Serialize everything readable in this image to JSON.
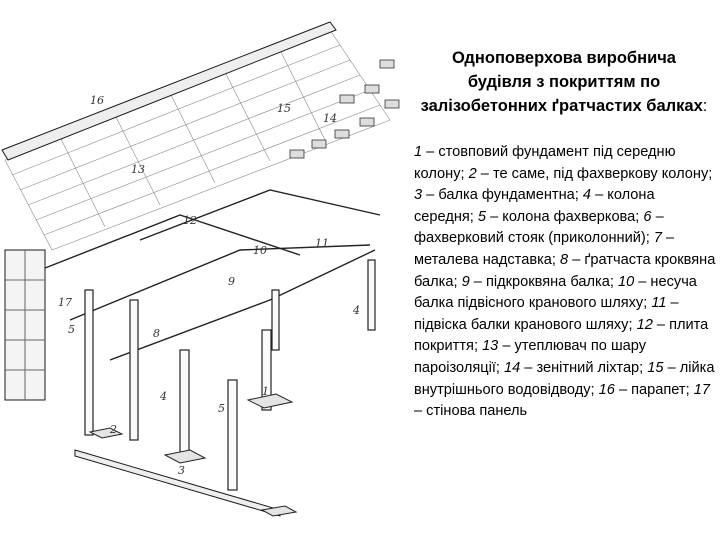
{
  "title": "Одноповерхова виробнича будівля з покриттям по залізобетонних ґратчастих балках",
  "title_colon": ":",
  "legend_items": [
    {
      "num": "1",
      "text": "стовповий фундамент під середню колону;"
    },
    {
      "num": "2",
      "text": "те саме, під фахверкову колону;"
    },
    {
      "num": "3",
      "text": "балка фундаментна;"
    },
    {
      "num": "4",
      "text": "колона середня;"
    },
    {
      "num": "5",
      "text": "колона фахверкова;"
    },
    {
      "num": "6",
      "text": "фахверковий стояк (приколонний);"
    },
    {
      "num": "7",
      "text": "металева надставка;"
    },
    {
      "num": "8",
      "text": "ґратчаста кроквяна балка;"
    },
    {
      "num": "9",
      "text": "підкроквяна балка;"
    },
    {
      "num": "10",
      "text": "несуча балка підвісного кранового шляху;"
    },
    {
      "num": "11",
      "text": "підвіска балки кранового шляху;"
    },
    {
      "num": "12",
      "text": "плита покриття;"
    },
    {
      "num": "13",
      "text": "утеплювач по шару пароізоляції;"
    },
    {
      "num": "14",
      "text": "зенітний ліхтар;"
    },
    {
      "num": "15",
      "text": "лійка внутрішнього водовідводу;"
    },
    {
      "num": "16",
      "text": "парапет;"
    },
    {
      "num": "17",
      "text": "стінова панель"
    }
  ],
  "drawing_labels": [
    "16",
    "15",
    "14",
    "13",
    "12",
    "10",
    "11",
    "17",
    "9",
    "5",
    "4",
    "8",
    "1",
    "2",
    "3",
    "5",
    "4"
  ]
}
